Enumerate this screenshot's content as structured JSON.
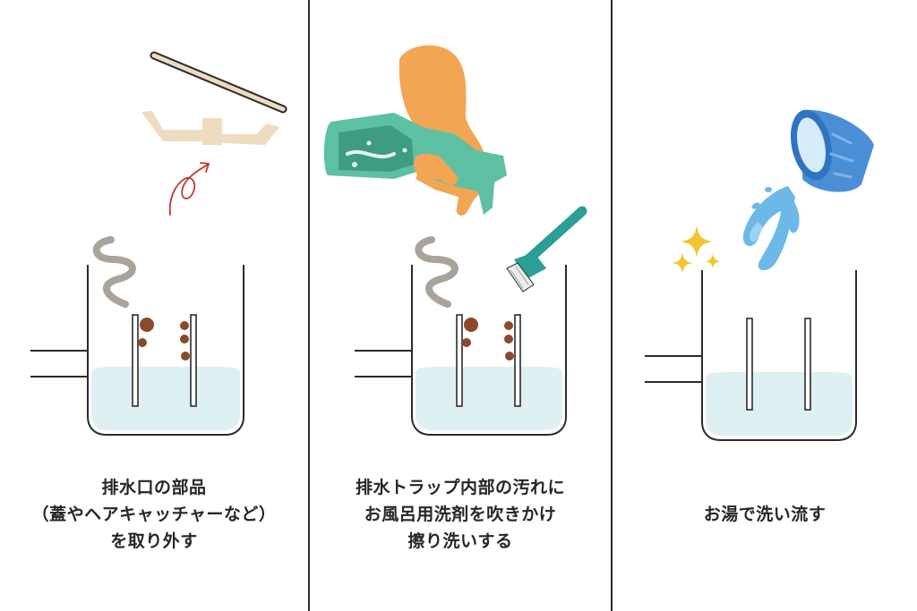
{
  "steps": [
    {
      "caption_lines": [
        "排水口の部品",
        "（蓋やヘアキャッチャーなど）",
        "を取り外す"
      ],
      "icons": [
        "stick-icon",
        "drain-cover-icon",
        "red-arrow-icon",
        "odor-icon",
        "dirt-icon",
        "drain-trap-icon"
      ]
    },
    {
      "caption_lines": [
        "排水トラップ内部の汚れに",
        "お風呂用洗剤を吹きかけ",
        "擦り洗いする"
      ],
      "icons": [
        "hand-icon",
        "spray-bottle-icon",
        "brush-icon",
        "odor-icon",
        "dirt-icon",
        "drain-trap-icon"
      ]
    },
    {
      "caption_lines": [
        "お湯で洗い流す"
      ],
      "icons": [
        "bucket-icon",
        "water-splash-icon",
        "sparkle-icon",
        "drain-trap-icon"
      ]
    }
  ],
  "colors": {
    "line": "#2b2b2b",
    "water": "#dff0f2",
    "dirt": "#8a4a2a",
    "odor": "#a9a39b",
    "wood": "#efdcc0",
    "hand": "#f2a552",
    "spray": "#5dc0a2",
    "brush": "#2a9f95",
    "bucket": "#4a8fd6",
    "splash": "#6cb9e8",
    "sparkle": "#f4c430",
    "arrow": "#c0392b"
  }
}
